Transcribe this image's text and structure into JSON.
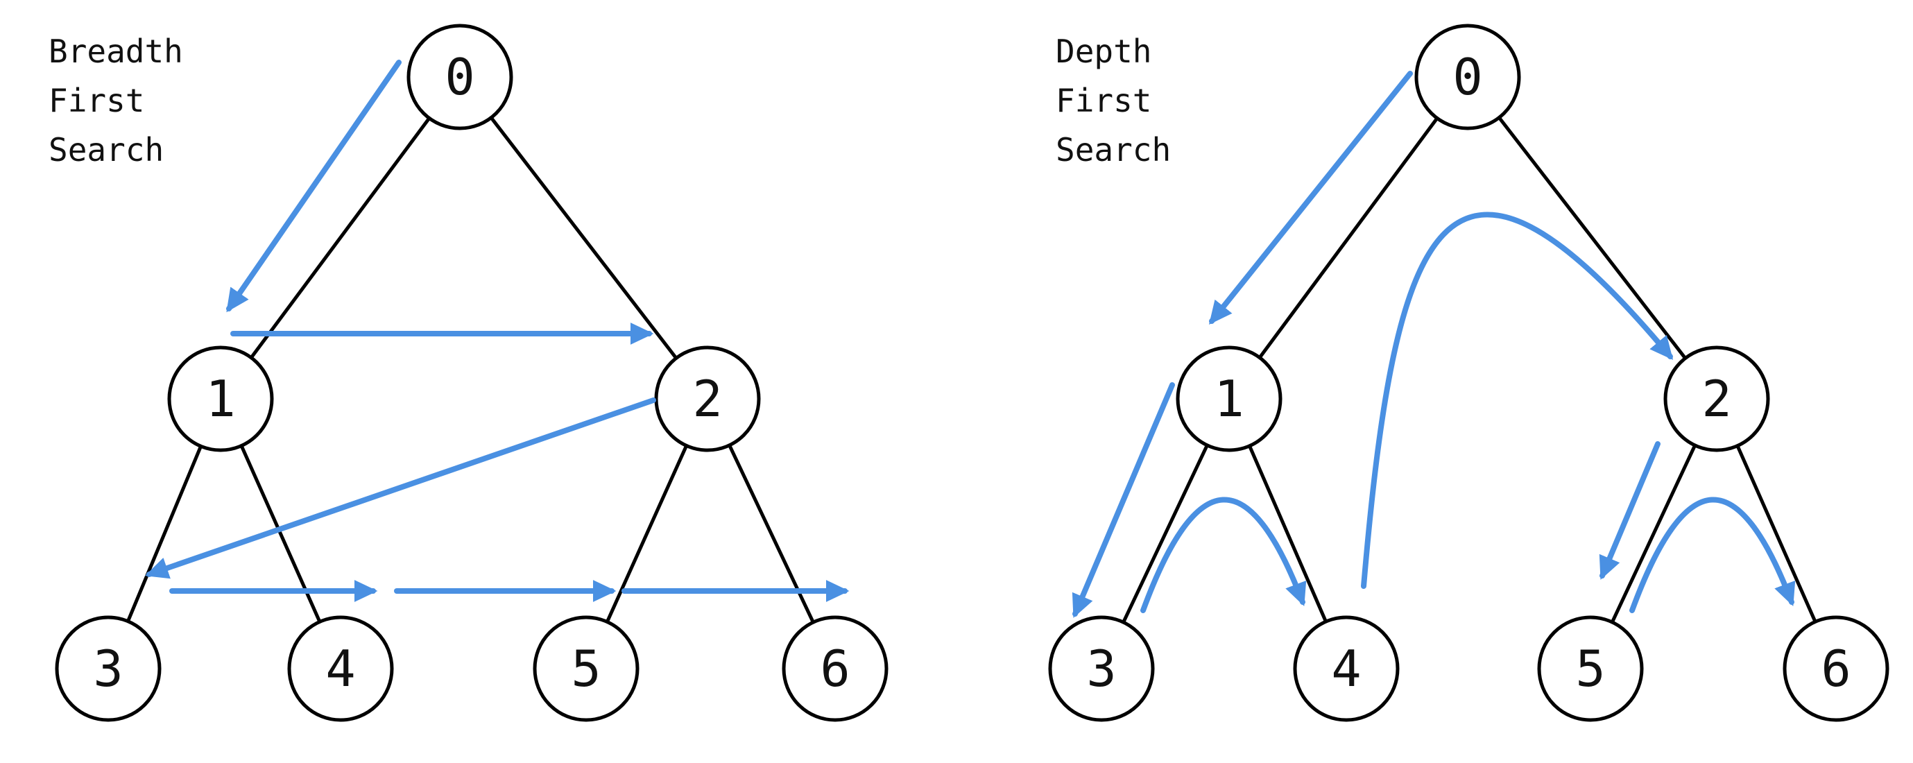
{
  "colors": {
    "arrow": "#4a90e2",
    "edge": "#000000",
    "node_fill": "#ffffff",
    "node_stroke": "#000000"
  },
  "bfs": {
    "title_lines": [
      "Breadth",
      "First",
      "Search"
    ],
    "nodes": [
      {
        "label": "0"
      },
      {
        "label": "1"
      },
      {
        "label": "2"
      },
      {
        "label": "3"
      },
      {
        "label": "4"
      },
      {
        "label": "5"
      },
      {
        "label": "6"
      }
    ],
    "traversal_order": [
      0,
      1,
      2,
      3,
      4,
      5,
      6
    ]
  },
  "dfs": {
    "title_lines": [
      "Depth",
      "First",
      "Search"
    ],
    "nodes": [
      {
        "label": "0"
      },
      {
        "label": "1"
      },
      {
        "label": "2"
      },
      {
        "label": "3"
      },
      {
        "label": "4"
      },
      {
        "label": "5"
      },
      {
        "label": "6"
      }
    ],
    "traversal_order": [
      0,
      1,
      3,
      4,
      2,
      5,
      6
    ]
  },
  "tree_edges": [
    [
      0,
      1
    ],
    [
      0,
      2
    ],
    [
      1,
      3
    ],
    [
      1,
      4
    ],
    [
      2,
      5
    ],
    [
      2,
      6
    ]
  ]
}
